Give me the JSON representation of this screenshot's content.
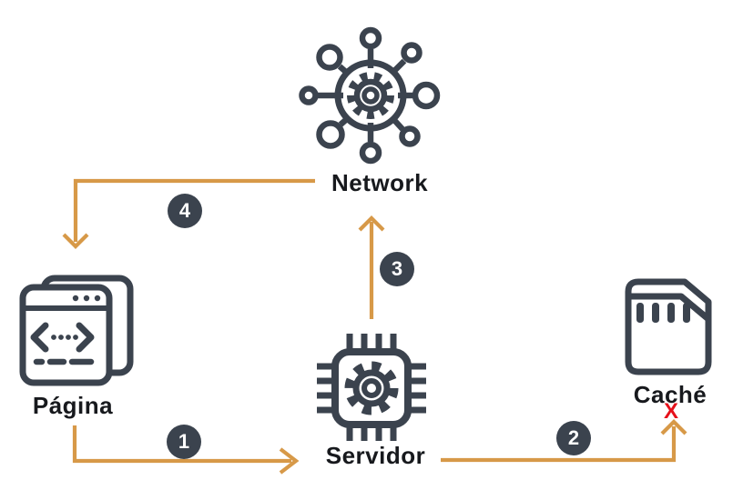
{
  "colors": {
    "background": "#ffffff",
    "ink": "#3b434e",
    "text": "#17191d",
    "accent": "#d79948",
    "error": "#e6101a",
    "badge_text": "#ffffff"
  },
  "icons": {
    "network": "hub-gear-icon",
    "pagina": "browser-code-icon",
    "servidor": "chip-gear-icon",
    "cache": "memory-card-icon",
    "error": "x-mark-icon"
  },
  "nodes": [
    {
      "id": "network",
      "label": "Network"
    },
    {
      "id": "pagina",
      "label": "Página"
    },
    {
      "id": "servidor",
      "label": "Servidor"
    },
    {
      "id": "cache",
      "label": "Caché"
    }
  ],
  "steps": [
    {
      "number": "1",
      "from": "Página",
      "to": "Servidor"
    },
    {
      "number": "2",
      "from": "Servidor",
      "to": "Caché"
    },
    {
      "number": "3",
      "from": "Servidor",
      "to": "Network"
    },
    {
      "number": "4",
      "from": "Network",
      "to": "Página"
    }
  ],
  "cache_error_marker": "X"
}
